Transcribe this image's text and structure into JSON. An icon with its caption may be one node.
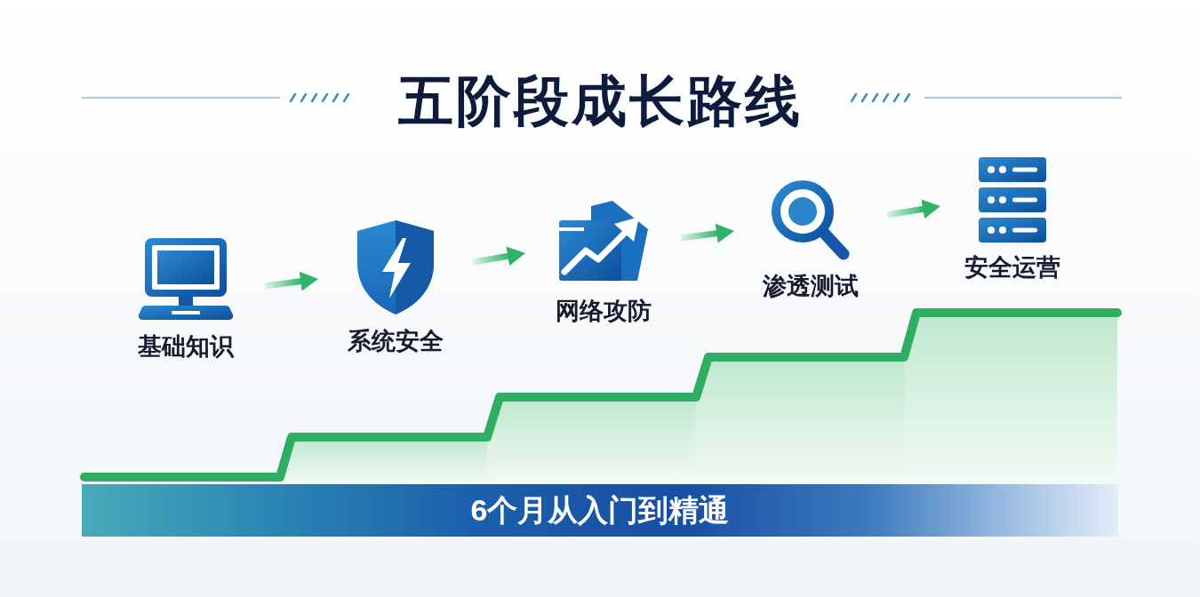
{
  "diagram": {
    "title": "五阶段成长路线",
    "nodes": [
      {
        "text": [
          "基础知识"
        ]
      },
      {
        "text": [
          "系统安全"
        ]
      },
      {
        "text": [
          "网络攻防"
        ]
      },
      {
        "text": [
          "渗透测试"
        ]
      },
      {
        "text": [
          "安全运营"
        ]
      },
      {
        "text": [
          "6个月从入门到精通"
        ]
      }
    ],
    "edges": [
      {
        "from": 0,
        "to": 1,
        "arrow": "to"
      },
      {
        "from": 1,
        "to": 2,
        "arrow": "to"
      },
      {
        "from": 2,
        "to": 3,
        "arrow": "to"
      },
      {
        "from": 3,
        "to": 4,
        "arrow": "to"
      }
    ]
  }
}
